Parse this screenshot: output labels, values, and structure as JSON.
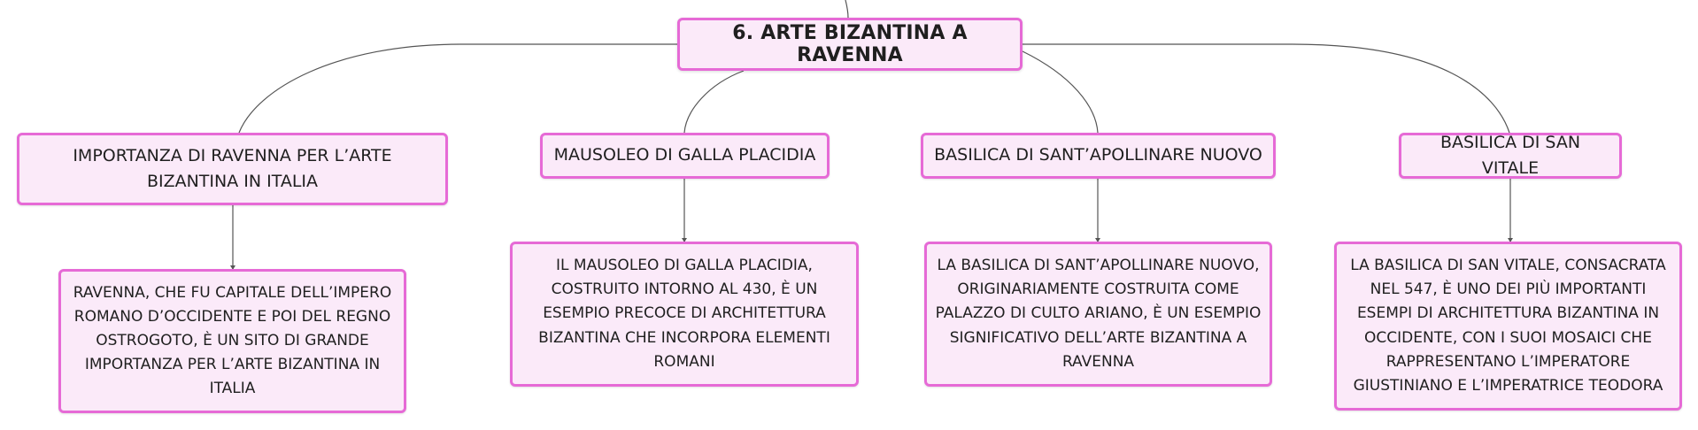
{
  "root": {
    "label": "6. ARTE BIZANTINA A RAVENNA"
  },
  "topics": [
    {
      "label": "IMPORTANZA DI RAVENNA PER L’ARTE BIZANTINA IN ITALIA",
      "detail": "RAVENNA, CHE FU CAPITALE DELL’IMPERO ROMANO D’OCCIDENTE E POI DEL REGNO OSTROGOTO, È UN SITO DI GRANDE IMPORTANZA PER L’ARTE BIZANTINA IN ITALIA"
    },
    {
      "label": "MAUSOLEO DI GALLA PLACIDIA",
      "detail": "IL MAUSOLEO DI GALLA PLACIDIA, COSTRUITO INTORNO AL 430, È UN ESEMPIO PRECOCE DI ARCHITETTURA BIZANTINA CHE INCORPORA ELEMENTI ROMANI"
    },
    {
      "label": "BASILICA DI SANT’APOLLINARE NUOVO",
      "detail": "LA BASILICA DI SANT’APOLLINARE NUOVO, ORIGINARIAMENTE COSTRUITA COME PALAZZO DI CULTO ARIANO, È UN ESEMPIO SIGNIFICATIVO DELL’ARTE BIZANTINA A RAVENNA"
    },
    {
      "label": "BASILICA DI SAN VITALE",
      "detail": "LA BASILICA DI SAN VITALE, CONSACRATA NEL 547, È UNO DEI PIÙ IMPORTANTI ESEMPI DI ARCHITETTURA BIZANTINA IN OCCIDENTE, CON I SUOI MOSAICI CHE RAPPRESENTANO L’IMPERATORE GIUSTINIANO E L’IMPERATRICE TEODORA"
    }
  ],
  "colors": {
    "node_fill": "#fbeaf9",
    "node_border": "#e66ad6",
    "connector": "#555555"
  }
}
